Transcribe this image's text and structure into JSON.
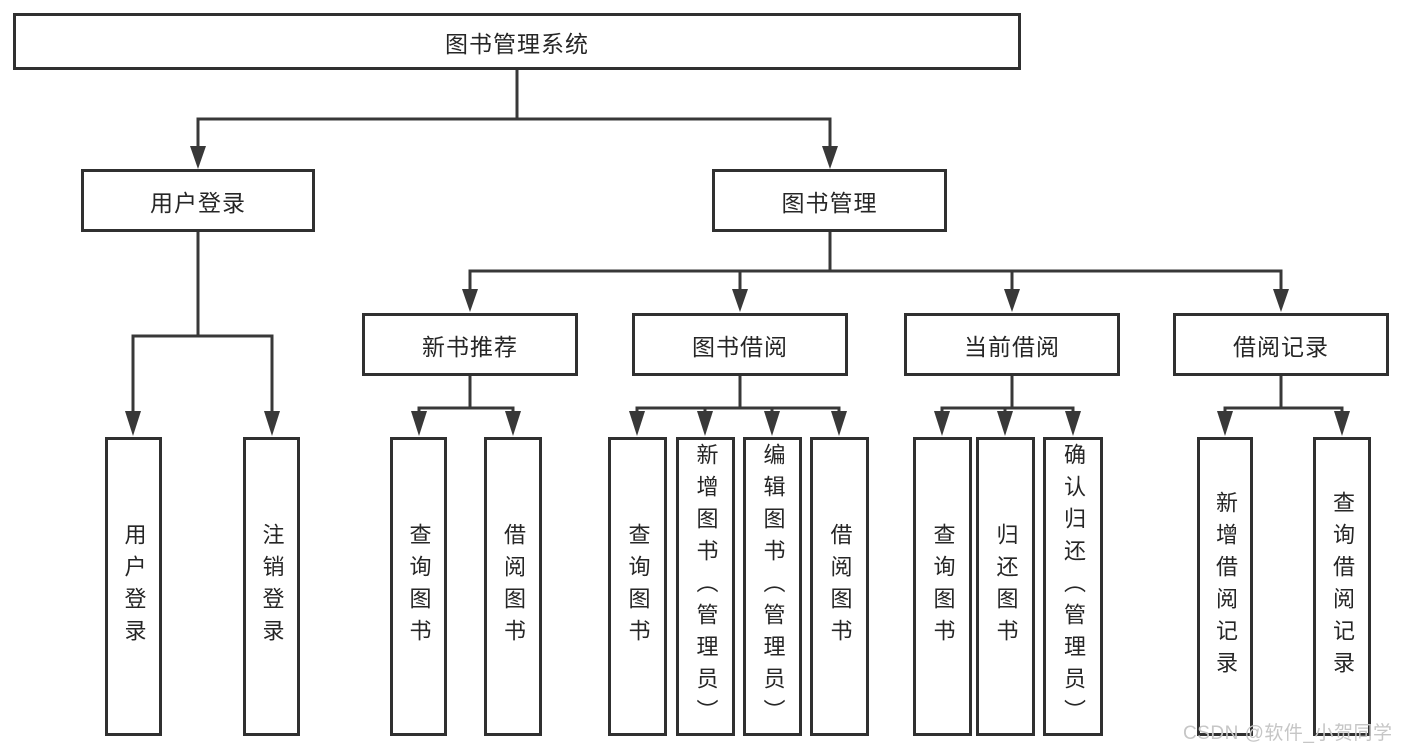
{
  "tree": {
    "label": "图书管理系统",
    "children": [
      {
        "label": "用户登录",
        "children": [
          {
            "label": "用户登录"
          },
          {
            "label": "注销登录"
          }
        ]
      },
      {
        "label": "图书管理",
        "children": [
          {
            "label": "新书推荐",
            "children": [
              {
                "label": "查询图书"
              },
              {
                "label": "借阅图书"
              }
            ]
          },
          {
            "label": "图书借阅",
            "children": [
              {
                "label": "查询图书"
              },
              {
                "label": "新增图书（管理员）"
              },
              {
                "label": "编辑图书（管理员）"
              },
              {
                "label": "借阅图书"
              }
            ]
          },
          {
            "label": "当前借阅",
            "children": [
              {
                "label": "查询图书"
              },
              {
                "label": "归还图书"
              },
              {
                "label": "确认归还（管理员）"
              }
            ]
          },
          {
            "label": "借阅记录",
            "children": [
              {
                "label": "新增借阅记录"
              },
              {
                "label": "查询借阅记录"
              }
            ]
          }
        ]
      }
    ]
  },
  "watermark": "CSDN @软件_小贺同学",
  "colors": {
    "line": "#383838",
    "box_border": "#303030",
    "text": "#262626",
    "watermark": "#c6c6c6",
    "background": "#ffffff"
  }
}
